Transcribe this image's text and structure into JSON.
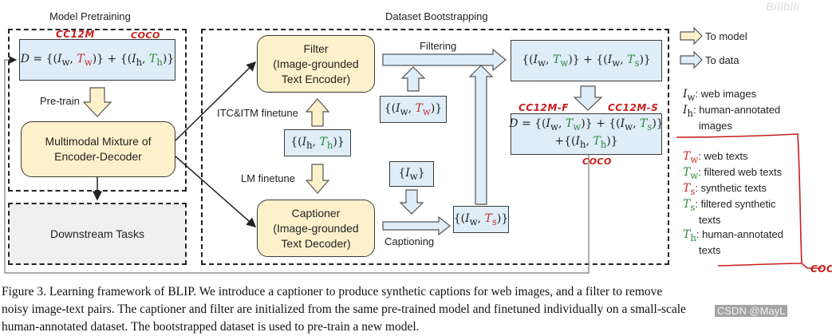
{
  "titles": {
    "model_pretraining": "Model Pretraining",
    "dataset_bootstrapping": "Dataset Bootstrapping"
  },
  "boxes": {
    "data_pretrain": "D = {(Iw, Tw)} + {(Ih, Th)}",
    "mmed": [
      "Multimodal Mixture of",
      "Encoder-Decoder"
    ],
    "downstream": "Downstream Tasks",
    "filter": [
      "Filter",
      "(Image-grounded",
      "Text Encoder)"
    ],
    "captioner": [
      "Captioner",
      "(Image-grounded",
      "Text Decoder)"
    ],
    "human_pairs": "{(Ih, Th)}",
    "web_pairs": "{(Iw, Tw)}",
    "web_images": "{Iw}",
    "synthetic_pairs": "{(Iw, Ts)}",
    "filtered_pairs": "{(Iw, Tw)} + {(Iw, Ts)}",
    "bootstrapped_data": "D = {(Iw, Tw)} + {(Iw, Ts)} + {(Ih, Th)}"
  },
  "labels": {
    "pretrain": "Pre-train",
    "itc_itm": "ITC&ITM finetune",
    "lm": "LM finetune",
    "filtering": "Filtering",
    "captioning": "Captioning"
  },
  "legend": {
    "to_model": "To model",
    "to_data": "To data",
    "iw": ": web images",
    "ih_1": ": human-annotated",
    "ih_2": "images",
    "tw": ": web texts",
    "tw_filtered": ": filtered web texts",
    "ts": ": synthetic texts",
    "ts_filtered_1": ": filtered synthetic",
    "ts_filtered_2": "texts",
    "th_1": ": human-annotated",
    "th_2": "texts"
  },
  "annotations": {
    "cc12m": "CC12M",
    "coco_top": "COCO",
    "cc12m_f": "CC12M-F",
    "cc12m_s": "CC12M-S",
    "coco_bottom": "COCO",
    "coc_right": "COC"
  },
  "watermarks": {
    "top_right": "Bilibili",
    "bottom_right": "CSDN @MayL"
  },
  "caption": {
    "line1": "Figure 3. Learning framework of BLIP. We introduce a captioner to produce synthetic captions for web images, and a filter to remove",
    "line2": "noisy image-text pairs. The captioner and filter are initialized from the same pre-trained model and finetuned individually on a small-scale",
    "line3": "human-annotated dataset. The bootstrapped dataset is used to pre-train a new model."
  },
  "colors": {
    "box_blue": "#deedf8",
    "box_yellow": "#fdf1cc",
    "red_text": "#c0312b",
    "green_text": "#2e8a3a",
    "annotation_red": "#c81e1e"
  }
}
